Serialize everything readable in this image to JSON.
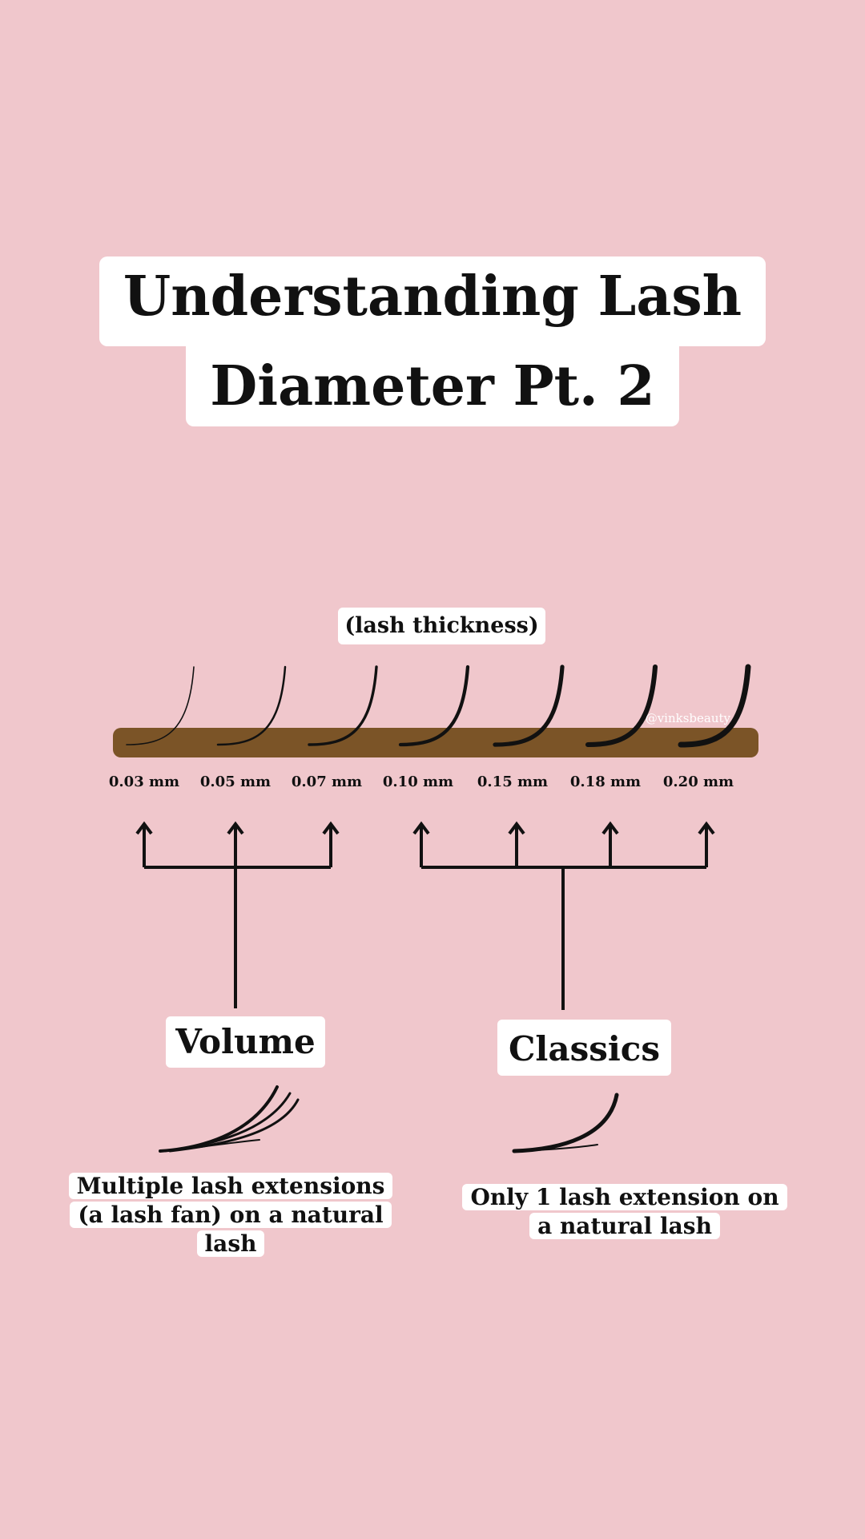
{
  "title": {
    "line1": "Understanding Lash",
    "line2": "Diameter Pt. 2"
  },
  "thickness_label": "(lash thickness)",
  "watermark": "@vinksbeauty",
  "diameters": [
    "0.03 mm",
    "0.05 mm",
    "0.07 mm",
    "0.10 mm",
    "0.15 mm",
    "0.18 mm",
    "0.20 mm"
  ],
  "groups": {
    "volume": {
      "label": "Volume",
      "description": "Multiple lash extensions (a lash fan) on a natural lash"
    },
    "classics": {
      "label": "Classics",
      "description": "Only 1 lash extension on a natural lash"
    }
  },
  "colors": {
    "background": "#f0c7cc",
    "strip": "#7b5427",
    "box": "#ffffff",
    "ink": "#111111"
  }
}
